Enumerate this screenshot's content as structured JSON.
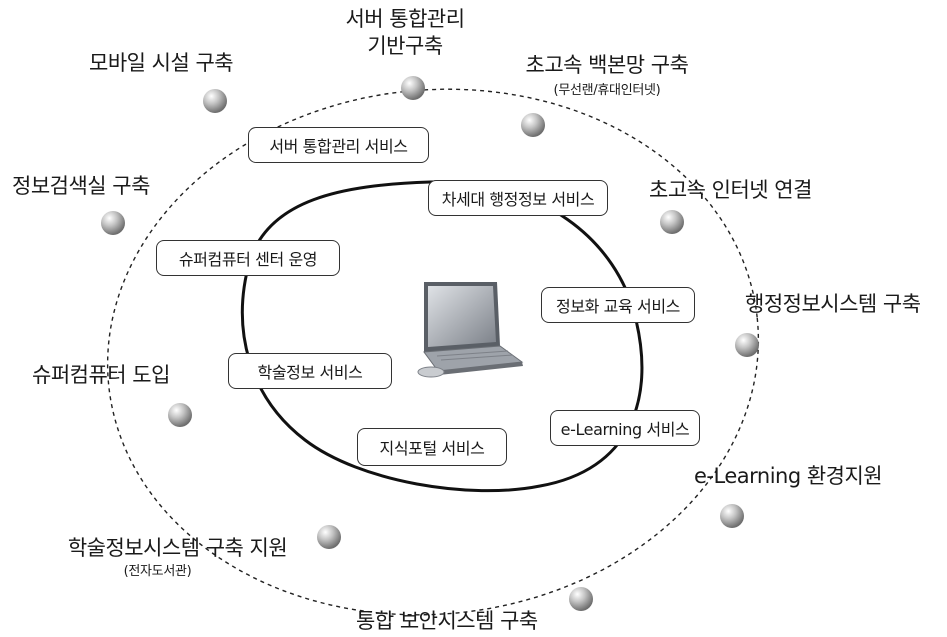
{
  "outer_items": [
    {
      "label": "서버 통합관리",
      "label2": "기반구축"
    },
    {
      "label": "초고속 백본망 구축",
      "note": "(무선랜/휴대인터넷)"
    },
    {
      "label": "초고속 인터넷 연결"
    },
    {
      "label": "행정정보시스템 구축"
    },
    {
      "label": "e-Learning 환경지원"
    },
    {
      "label": "통합 보안시스템 구축"
    },
    {
      "label": "학술정보시스템 구축 지원",
      "note": "(전자도서관)"
    },
    {
      "label": "슈퍼컴퓨터 도입"
    },
    {
      "label": "정보검색실 구축"
    },
    {
      "label": "모바일 시설 구축"
    }
  ],
  "services": [
    {
      "label": "서버 통합관리 서비스"
    },
    {
      "label": "차세대 행정정보 서비스"
    },
    {
      "label": "슈퍼컴퓨터 센터 운영"
    },
    {
      "label": "정보화 교육 서비스"
    },
    {
      "label": "학술정보 서비스"
    },
    {
      "label": "e-Learning 서비스"
    },
    {
      "label": "지식포털 서비스"
    }
  ],
  "center_icon": "laptop-icon",
  "colors": {
    "line": "#1a1a1a",
    "node": "#a8a8a8"
  }
}
